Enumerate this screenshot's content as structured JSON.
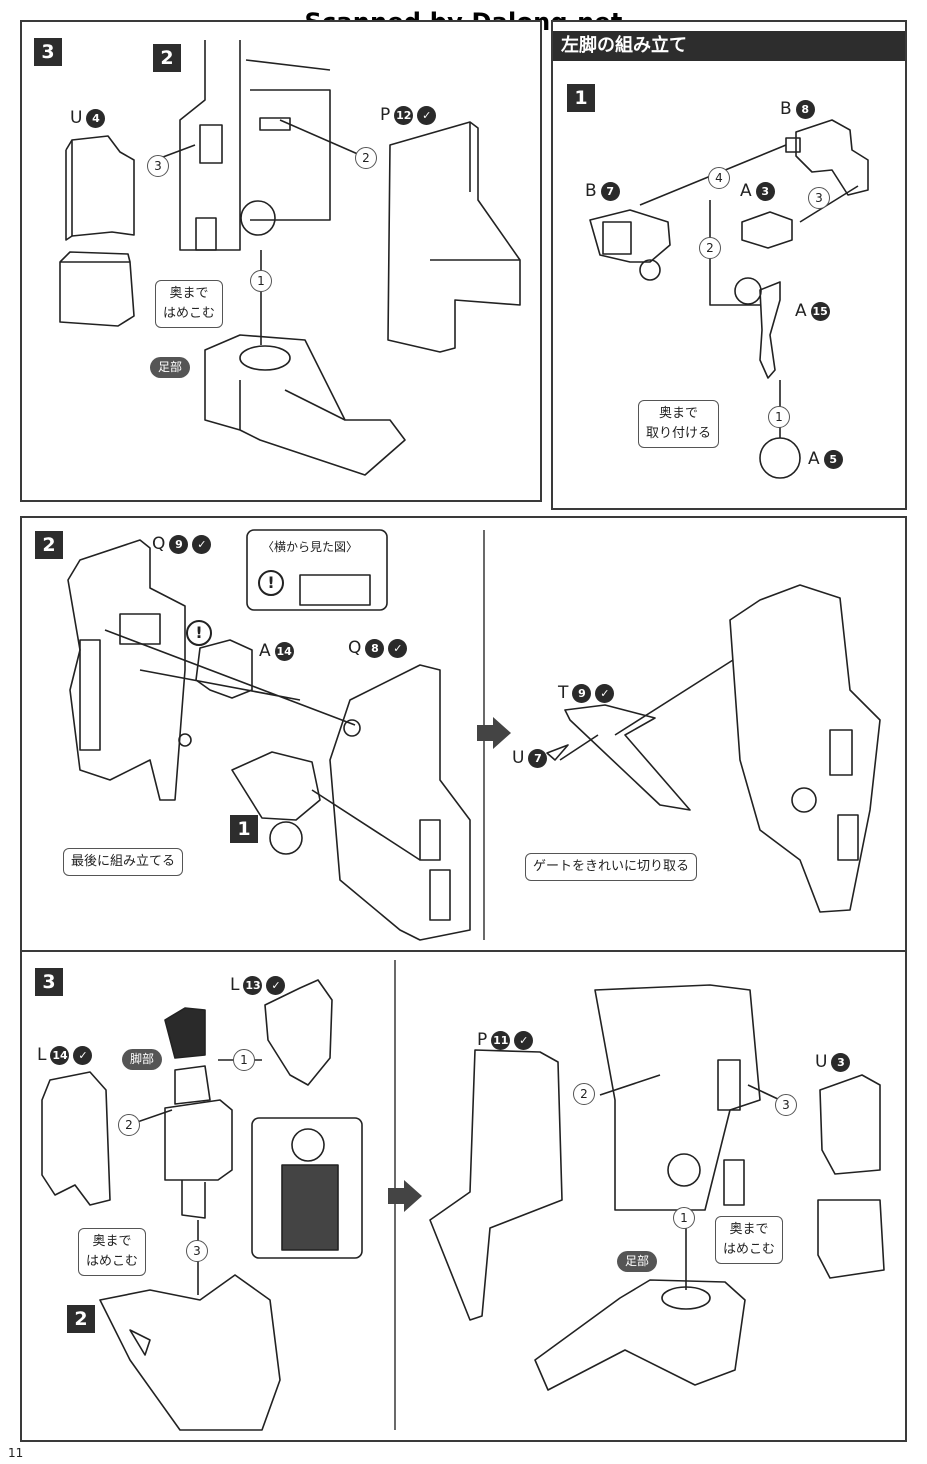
{
  "watermark": "Scanned by Dalong.net",
  "section_title": "左脚の組み立て",
  "page_number": "11",
  "panels": {
    "top_left": {
      "steps": [
        "3",
        "2"
      ],
      "labels": {
        "u": "U",
        "u_num": "4",
        "p": "P",
        "p_num": "12"
      },
      "seq": [
        "1",
        "2",
        "3"
      ],
      "note": "奥まで\nはめこむ",
      "tag": "足部"
    },
    "top_right": {
      "step": "1",
      "labels": {
        "b8": "B",
        "b8_num": "8",
        "b7": "B",
        "b7_num": "7",
        "a3": "A",
        "a3_num": "3",
        "a15": "A",
        "a15_num": "15",
        "a5": "A",
        "a5_num": "5"
      },
      "seq": [
        "1",
        "2",
        "3",
        "4"
      ],
      "note": "奥まで\n取り付ける"
    },
    "middle": {
      "step": "2",
      "sub_step": "1",
      "labels": {
        "q9": "Q",
        "q9_num": "9",
        "a14": "A",
        "a14_num": "14",
        "q8": "Q",
        "q8_num": "8",
        "t9": "T",
        "t9_num": "9",
        "u7": "U",
        "u7_num": "7"
      },
      "side_view_title": "〈横から見た図〉",
      "note_last": "最後に組み立てる",
      "note_gate": "ゲートをきれいに切り取る",
      "warning": "!"
    },
    "bottom": {
      "step": "3",
      "sub_step": "2",
      "labels": {
        "l13": "L",
        "l13_num": "13",
        "l14": "L",
        "l14_num": "14",
        "p11": "P",
        "p11_num": "11",
        "u3": "U",
        "u3_num": "3"
      },
      "seq": [
        "1",
        "2",
        "3",
        "1",
        "2",
        "3"
      ],
      "tag_leg": "脚部",
      "tag_foot": "足部",
      "note1": "奥まで\nはめこむ",
      "note2": "奥まで\nはめこむ"
    }
  }
}
